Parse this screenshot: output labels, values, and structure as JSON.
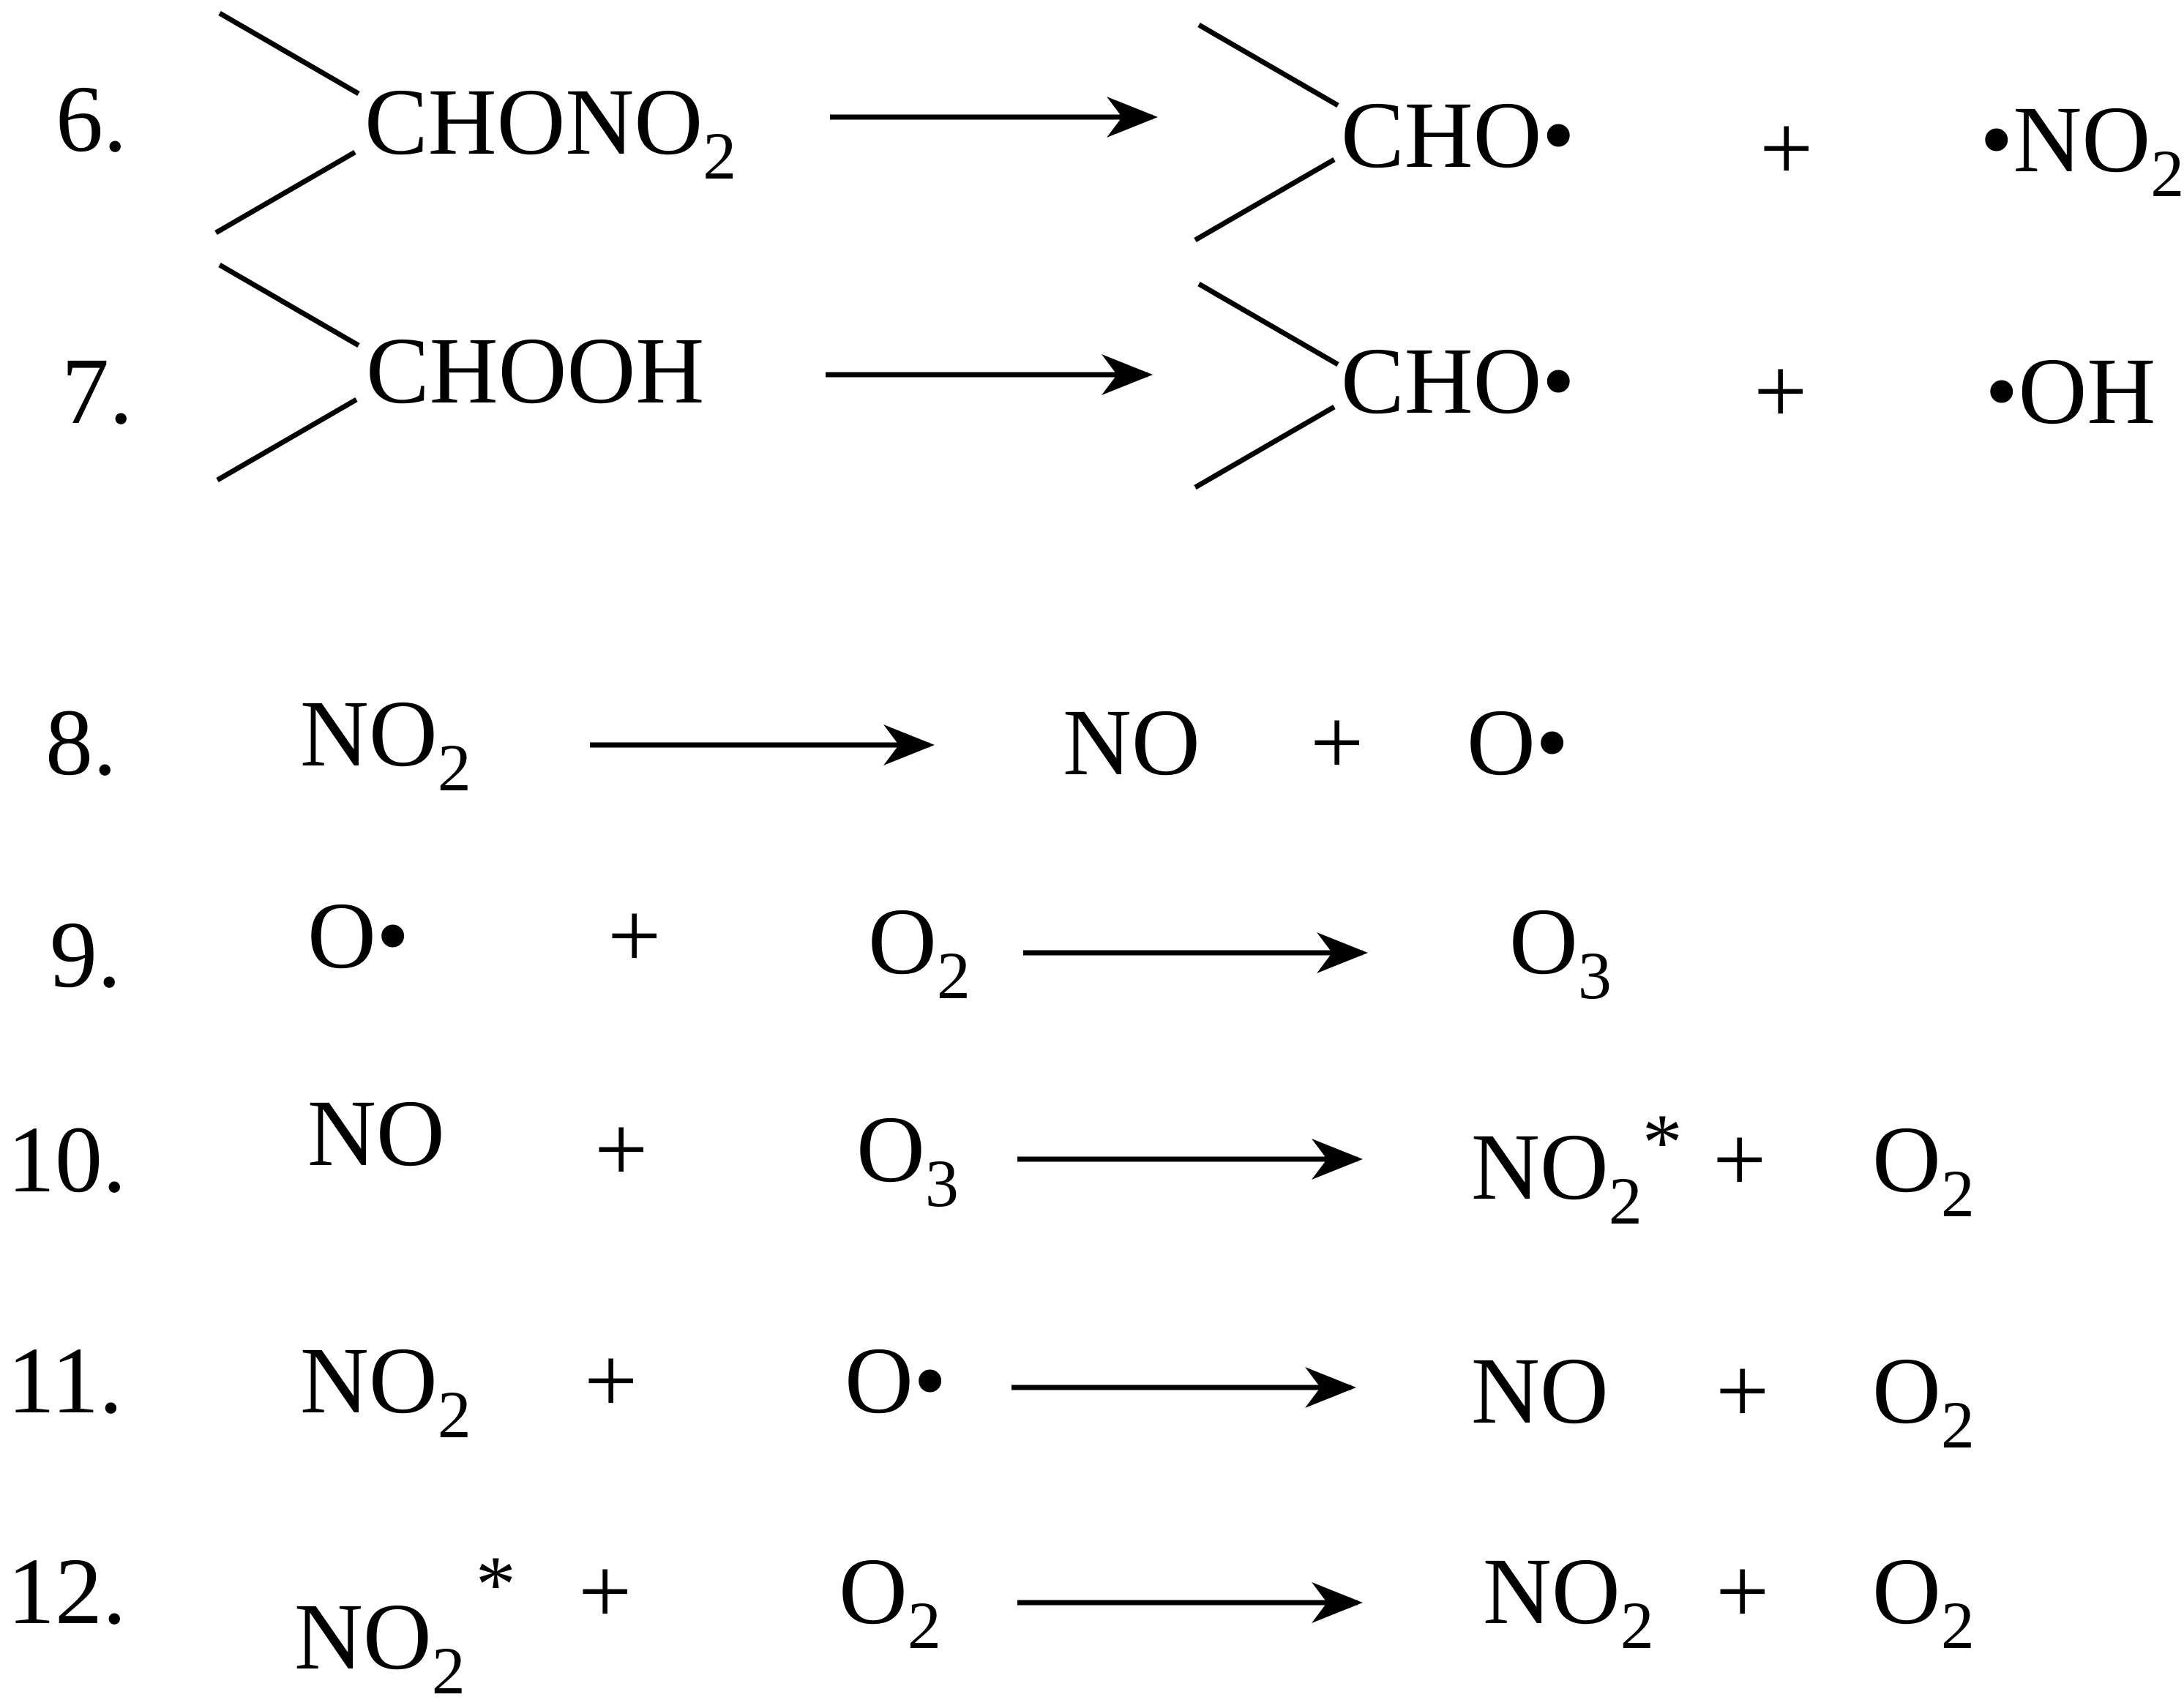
{
  "colors": {
    "ink": "#000000",
    "background": "#ffffff"
  },
  "reactions": [
    {
      "number": "6.",
      "reactant": {
        "main": "CHONO",
        "sub": "2"
      },
      "product1": {
        "main": "CHO",
        "radical": "•"
      },
      "plus": "+",
      "product2": {
        "radical": "•",
        "main": "NO",
        "sub": "2"
      }
    },
    {
      "number": "7.",
      "reactant": {
        "main": "CHOOH"
      },
      "product1": {
        "main": "CHO",
        "radical": "•"
      },
      "plus": "+",
      "product2": {
        "radical": "•",
        "main": "OH"
      }
    },
    {
      "number": "8.",
      "reactant": {
        "main": "NO",
        "sub": "2"
      },
      "product1": {
        "main": "NO"
      },
      "plus": "+",
      "product2": {
        "main": "O",
        "radical": "•"
      }
    },
    {
      "number": "9.",
      "reactant1": {
        "main": "O",
        "radical": "•"
      },
      "plus1": "+",
      "reactant2": {
        "main": "O",
        "sub": "2"
      },
      "product1": {
        "main": "O",
        "sub": "3"
      }
    },
    {
      "number": "10.",
      "reactant1": {
        "main": "NO"
      },
      "plus1": "+",
      "reactant2": {
        "main": "O",
        "sub": "3"
      },
      "product1": {
        "main": "NO",
        "sub": "2",
        "sup": "*"
      },
      "plus2": "+",
      "product2": {
        "main": "O",
        "sub": "2"
      }
    },
    {
      "number": "11.",
      "reactant1": {
        "main": "NO",
        "sub": "2"
      },
      "plus1": "+",
      "reactant2": {
        "main": "O",
        "radical": "•"
      },
      "product1": {
        "main": "NO"
      },
      "plus2": "+",
      "product2": {
        "main": "O",
        "sub": "2"
      }
    },
    {
      "number": "12.",
      "reactant1": {
        "main": "NO",
        "sub": "2",
        "sup": "*"
      },
      "plus1": "+",
      "reactant2": {
        "main": "O",
        "sub": "2"
      },
      "product1": {
        "main": "NO",
        "sub": "2"
      },
      "plus2": "+",
      "product2": {
        "main": "O",
        "sub": "2"
      }
    }
  ]
}
